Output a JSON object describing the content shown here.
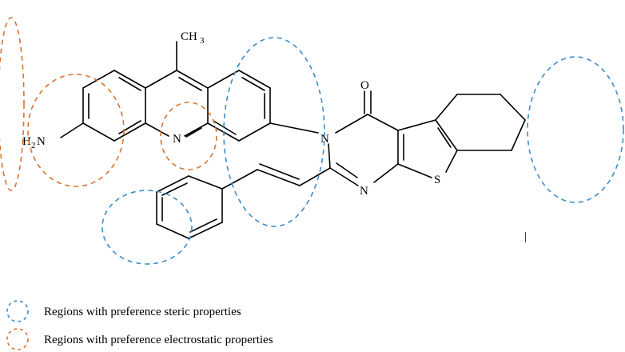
{
  "atoms": {
    "amine": "H",
    "amine_sub": "2",
    "amine_n": "N",
    "acridine_n": "N",
    "methyl": "CH",
    "methyl_sub": "3",
    "amide_n": "N",
    "carbonyl_o": "O",
    "pyrimidine_n": "N",
    "thiophene_s": "S"
  },
  "mark": "|",
  "legend": {
    "steric_label": "Regions with preference steric properties",
    "electrostatic_label": "Regions with preference electrostatic properties",
    "steric_color": "#3a8ec8",
    "electrostatic_color": "#d9722e"
  }
}
